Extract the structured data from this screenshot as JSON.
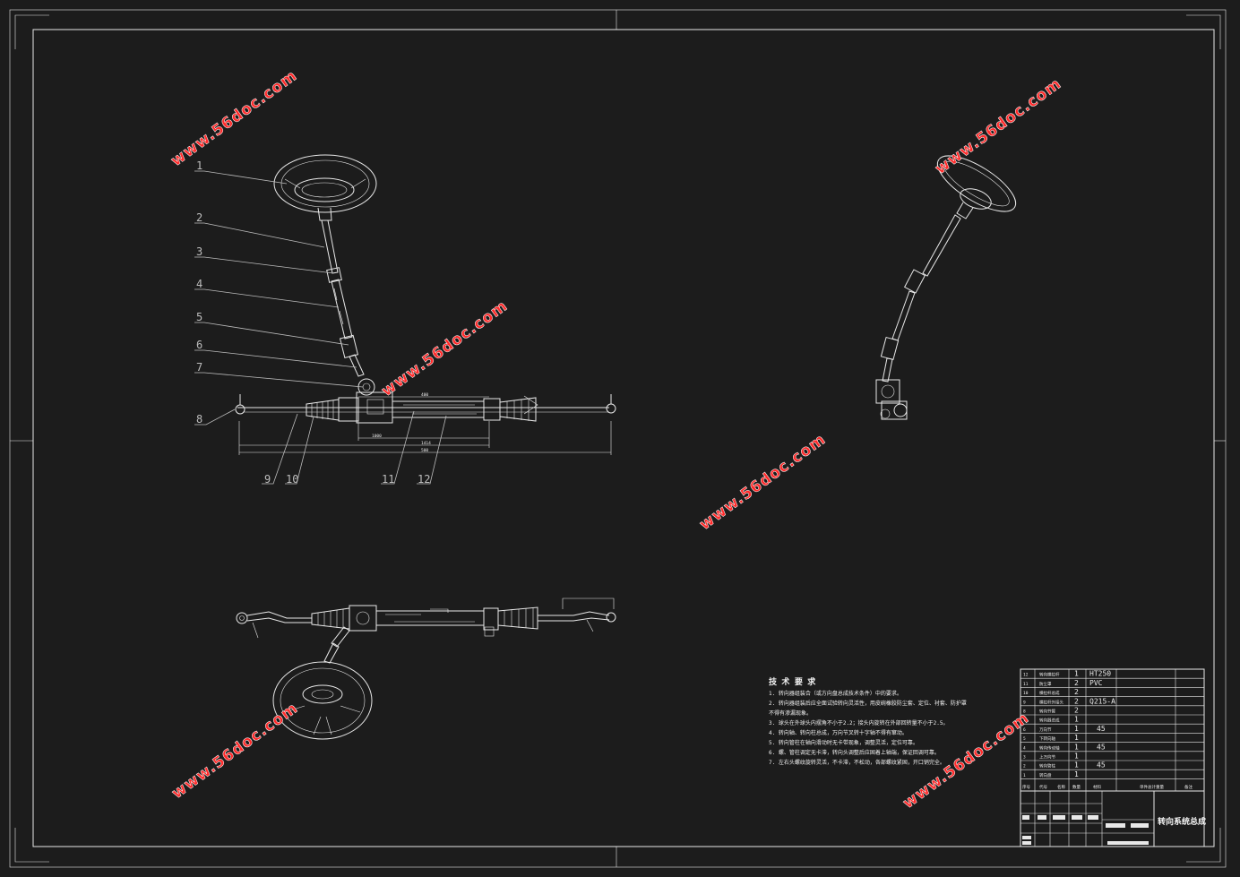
{
  "drawing": {
    "title": "转向系统总成",
    "watermark": "www.56doc.com",
    "callouts": [
      "1",
      "2",
      "3",
      "4",
      "5",
      "6",
      "7",
      "8",
      "9",
      "10",
      "11",
      "12"
    ],
    "dims": [
      "400",
      "1000",
      "1414",
      "500"
    ]
  },
  "technical_requirements": {
    "heading": "技 术 要 求",
    "lines": [
      "1. 转向器组装合（或方向盘总成技术条件）中的要求。",
      "2. 转向器组装后应全面试验转向灵活性，用皮碗橡胶防尘套、定位、衬套、防护罩",
      "   不得有渗漏现象。",
      "3. 球头在外球头内摆角不小于2.2；接头内旋转在外部回转量不小于2.5。",
      "4. 转向轴、转向柱总成，万向节叉转十字轴不得有窜动。",
      "5. 转向管柱在轴向滑动时无卡带现象，调整灵活，定位可靠。",
      "6. 螺、管柱调定无卡滞，转向头调整后应固着上轴端，保证回调可靠。",
      "7. 左右头螺纹旋转灵活，不卡滞，不松动，各部螺纹紧固，开口销完全。"
    ]
  },
  "parts_list": {
    "rows": [
      {
        "no": "12",
        "name": "转向横拉杆",
        "qty": "1",
        "material": "HT250"
      },
      {
        "no": "11",
        "name": "防尘罩",
        "qty": "2",
        "material": "PVC"
      },
      {
        "no": "10",
        "name": "横拉杆总成",
        "qty": "2",
        "material": ""
      },
      {
        "no": "9",
        "name": "横拉杆外接头",
        "qty": "2",
        "material": "Q215-A"
      },
      {
        "no": "8",
        "name": "转向节臂",
        "qty": "2",
        "material": ""
      },
      {
        "no": "7",
        "name": "转向器总成",
        "qty": "1",
        "material": ""
      },
      {
        "no": "6",
        "name": "万向节",
        "qty": "1",
        "material": "45"
      },
      {
        "no": "5",
        "name": "下转向轴",
        "qty": "1",
        "material": ""
      },
      {
        "no": "4",
        "name": "转向传动轴",
        "qty": "1",
        "material": "45"
      },
      {
        "no": "3",
        "name": "上万向节",
        "qty": "1",
        "material": ""
      },
      {
        "no": "2",
        "name": "转向管柱",
        "qty": "1",
        "material": "45"
      },
      {
        "no": "1",
        "name": "转向盘",
        "qty": "1",
        "material": ""
      }
    ],
    "header": [
      "序号",
      "代号",
      "名称",
      "数量",
      "材料",
      "单件总计重量",
      "备注"
    ]
  },
  "title_block": {
    "drawing_name": "转向系统总成"
  }
}
